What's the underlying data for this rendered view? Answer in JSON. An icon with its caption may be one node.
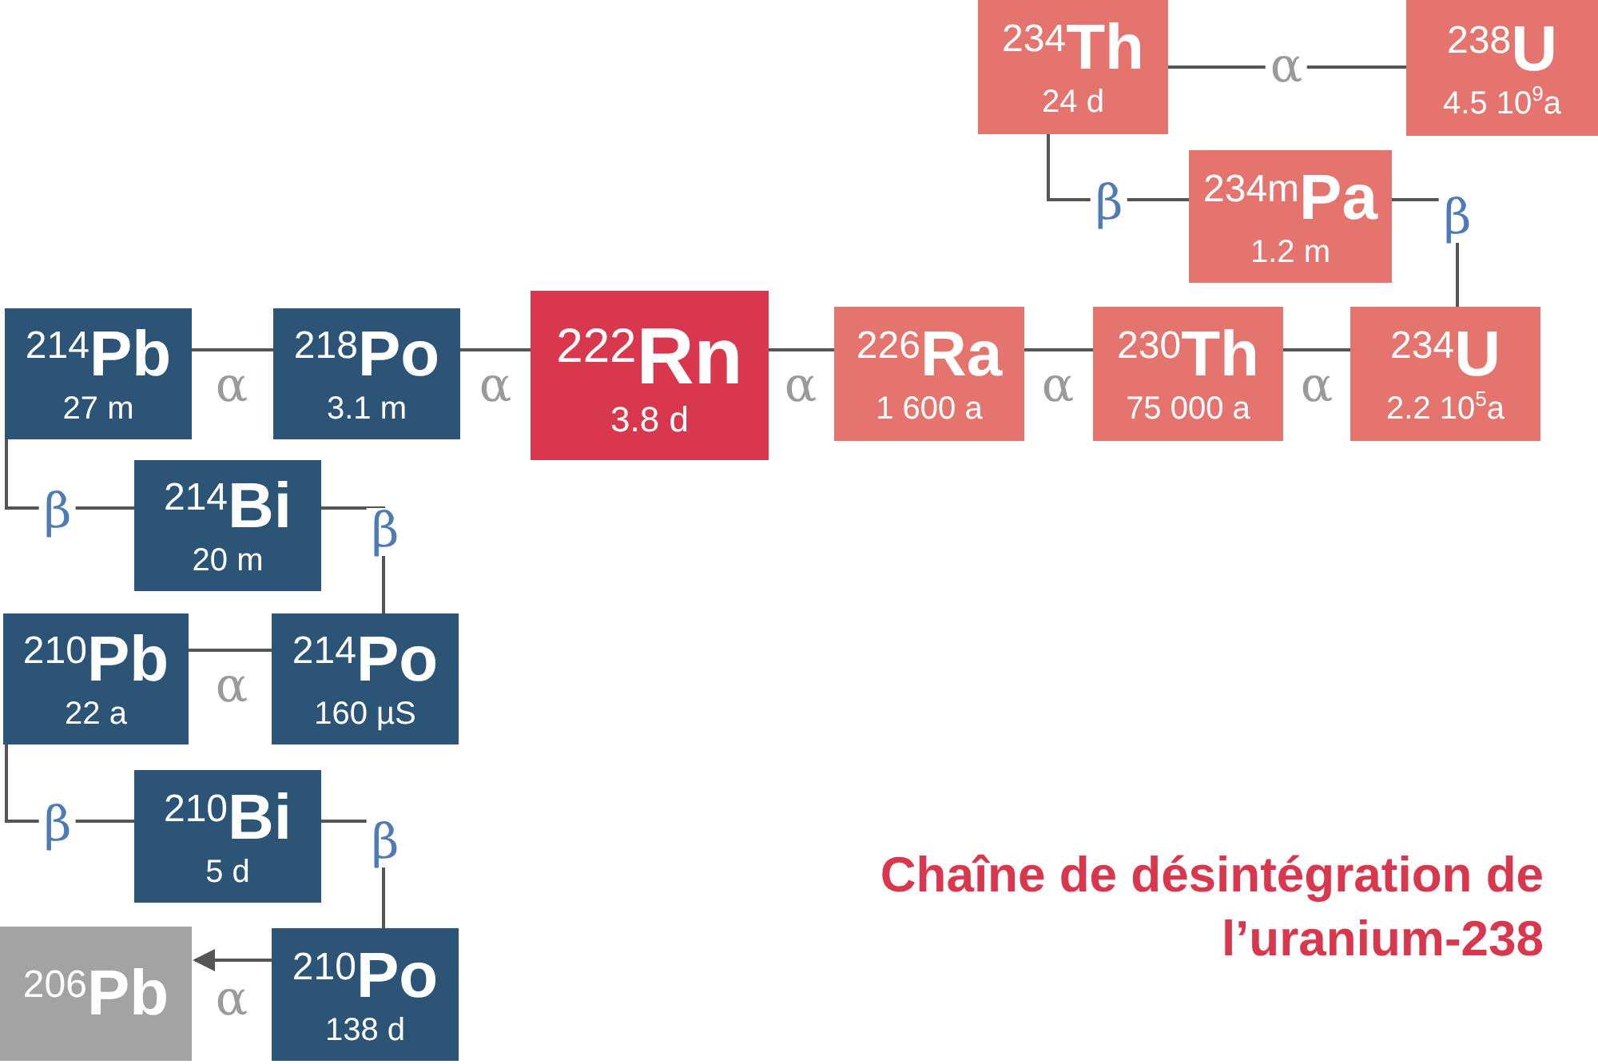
{
  "diagram": {
    "title": "Chaîne de désintégration de l’uranium-238",
    "nodes": [
      {
        "text": [
          "$^{238}$**U**",
          "4.5 10$^{9}$a"
        ]
      },
      {
        "text": [
          "$^{234}$**Th**",
          "24 d"
        ]
      },
      {
        "text": [
          "$^{234m}$**Pa**",
          "1.2 m"
        ]
      },
      {
        "text": [
          "$^{234}$**U**",
          "2.2 10$^{5}$a"
        ]
      },
      {
        "text": [
          "$^{230}$**Th**",
          "75 000 a"
        ]
      },
      {
        "text": [
          "$^{226}$**Ra**",
          "1 600 a"
        ]
      },
      {
        "text": [
          "$^{222}$**Rn**",
          "3.8 d"
        ]
      },
      {
        "text": [
          "$^{218}$**Po**",
          "3.1 m"
        ]
      },
      {
        "text": [
          "$^{214}$**Pb**",
          "27 m"
        ]
      },
      {
        "text": [
          "$^{214}$**Bi**",
          "20 m"
        ]
      },
      {
        "text": [
          "$^{214}$**Po**",
          "160 µS"
        ]
      },
      {
        "text": [
          "$^{210}$**Pb**",
          "22 a"
        ]
      },
      {
        "text": [
          "$^{210}$**Bi**",
          "5 d"
        ]
      },
      {
        "text": [
          "$^{210}$**Po**",
          "138 d"
        ]
      },
      {
        "text": [
          "$^{206}$**Pb**"
        ]
      }
    ],
    "edges": [
      {
        "from": 0,
        "to": 1,
        "arrow": "none",
        "label": "α"
      },
      {
        "from": 1,
        "to": 2,
        "arrow": "none",
        "label": "β"
      },
      {
        "from": 2,
        "to": 3,
        "arrow": "none",
        "label": "β"
      },
      {
        "from": 3,
        "to": 4,
        "arrow": "none",
        "label": "α"
      },
      {
        "from": 4,
        "to": 5,
        "arrow": "none",
        "label": "α"
      },
      {
        "from": 5,
        "to": 6,
        "arrow": "none",
        "label": "α"
      },
      {
        "from": 6,
        "to": 7,
        "arrow": "none",
        "label": "α"
      },
      {
        "from": 7,
        "to": 8,
        "arrow": "none",
        "label": "α"
      },
      {
        "from": 8,
        "to": 9,
        "arrow": "none",
        "label": "β"
      },
      {
        "from": 9,
        "to": 10,
        "arrow": "none",
        "label": "β"
      },
      {
        "from": 10,
        "to": 11,
        "arrow": "none",
        "label": "α"
      },
      {
        "from": 11,
        "to": 12,
        "arrow": "none",
        "label": "β"
      },
      {
        "from": 12,
        "to": 13,
        "arrow": "none",
        "label": "β"
      },
      {
        "from": 13,
        "to": 14,
        "arrow": "to",
        "label": "α"
      }
    ]
  }
}
